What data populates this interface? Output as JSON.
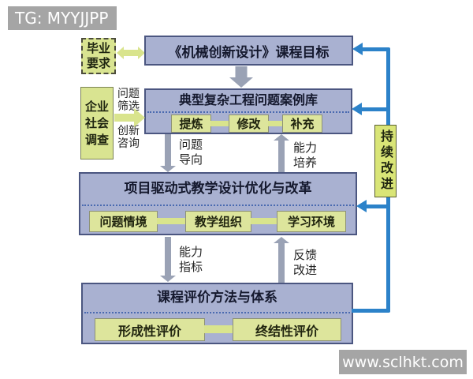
{
  "badges": {
    "tg": "TG: MYYJJPP",
    "site": "www.sclhkt.com"
  },
  "flow": {
    "graduation": "毕业\n要求",
    "survey": "企业\n社会\n调查",
    "survey_label_top": "问题\n筛选",
    "survey_label_bottom": "创新\n咨询",
    "box1_title": "《机械创新设计》课程目标",
    "box2": {
      "title": "典型复杂工程问题案例库",
      "items": [
        "提炼",
        "修改",
        "补充"
      ]
    },
    "box3": {
      "title": "项目驱动式教学设计优化与改革",
      "items": [
        "问题情境",
        "教学组织",
        "学习环境"
      ]
    },
    "box4": {
      "title": "课程评价方法与体系",
      "items": [
        "形成性评价",
        "终结性评价"
      ]
    },
    "arrow_labels": {
      "problem_oriented": "问题\n导向",
      "ability_cultivate": "能力\n培养",
      "ability_index": "能力\n指标",
      "feedback_improve": "反馈\n改进",
      "continuous_improve": "持续改进"
    }
  },
  "colors": {
    "main_box_fill": "#a9b1d1",
    "main_box_border": "#4b5680",
    "sub_box_fill": "#dde59c",
    "side_box_fill": "#d9e491",
    "yellow_arrow": "#d9e48d",
    "gray_arrow": "#9aa2b5",
    "loop_blue": "#2c82c9",
    "badge_gray": "#a5a5a5"
  }
}
